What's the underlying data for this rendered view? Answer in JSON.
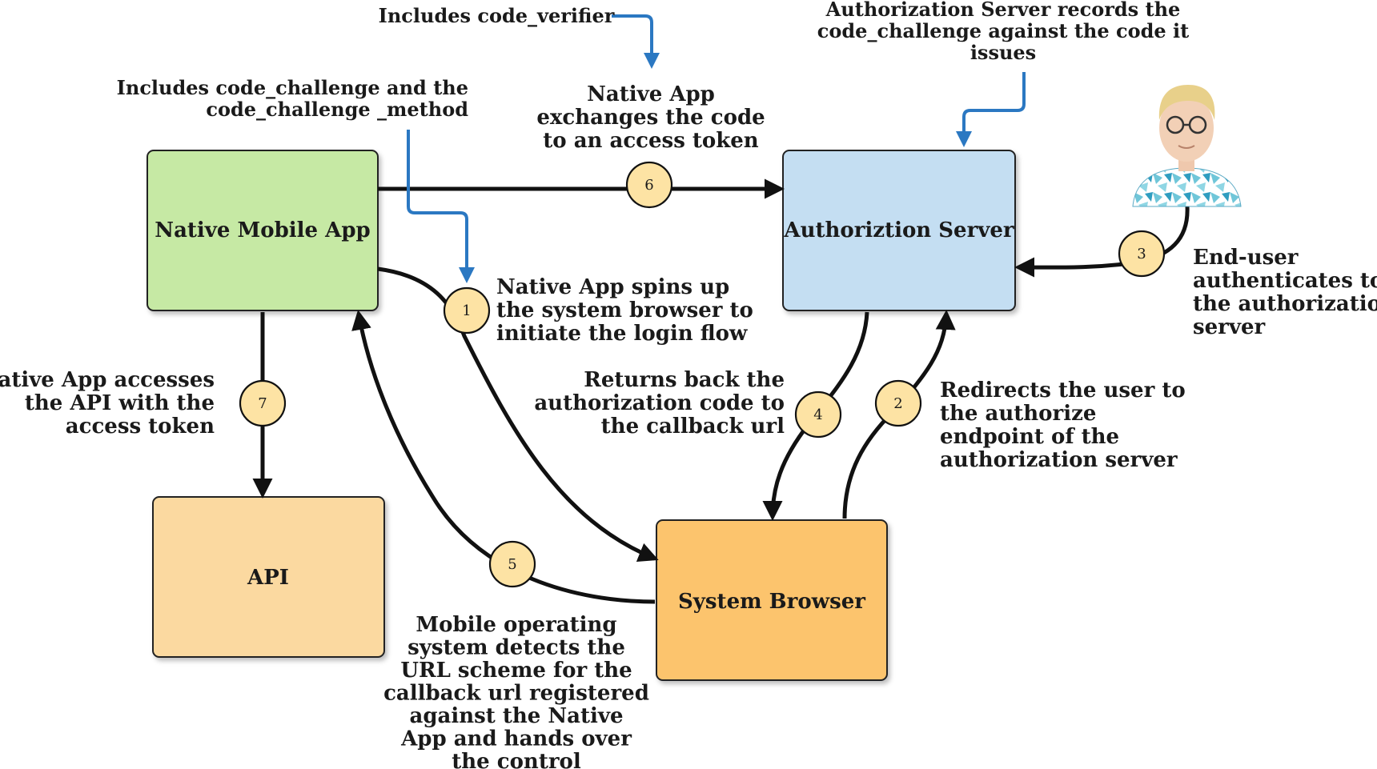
{
  "nodes": {
    "native_app": "Native Mobile App",
    "auth_server": "Authoriztion Server",
    "api": "API",
    "browser": "System Browser"
  },
  "steps": [
    "1",
    "2",
    "3",
    "4",
    "5",
    "6",
    "7"
  ],
  "notes": {
    "code_verifier": [
      "Includes code_verifier"
    ],
    "auth_records": [
      "Authorization Server records the",
      "code_challenge against the code it",
      "issues"
    ],
    "code_challenge": [
      "Includes code_challenge and the",
      "code_challenge _method"
    ],
    "step6": [
      "Native App",
      "exchanges the code",
      "to an access token"
    ],
    "step1": [
      "Native App spins up",
      "the system browser to",
      "initiate the login flow"
    ],
    "step3": [
      "End-user",
      "authenticates to",
      "the authorization",
      "server"
    ],
    "step7": [
      "Native App accesses",
      "the API with the",
      "access token"
    ],
    "step4": [
      "Returns back the",
      "authorization code to",
      "the callback url"
    ],
    "step2": [
      "Redirects the user to",
      "the authorize",
      "endpoint of the",
      "authorization server"
    ],
    "step5": [
      "Mobile operating",
      "system detects the",
      "URL scheme for the",
      "callback url registered",
      "against the Native",
      "App and hands over",
      "the control"
    ]
  },
  "colors": {
    "native_app": "#c6e9a4",
    "auth_server": "#c4def2",
    "api": "#fbd9a0",
    "browser": "#fcc46d",
    "step_circle": "#fde3a4",
    "note_arrow": "#2b78c2",
    "flow_arrow": "#111111"
  },
  "icons": {
    "end_user": "user-avatar-icon"
  }
}
